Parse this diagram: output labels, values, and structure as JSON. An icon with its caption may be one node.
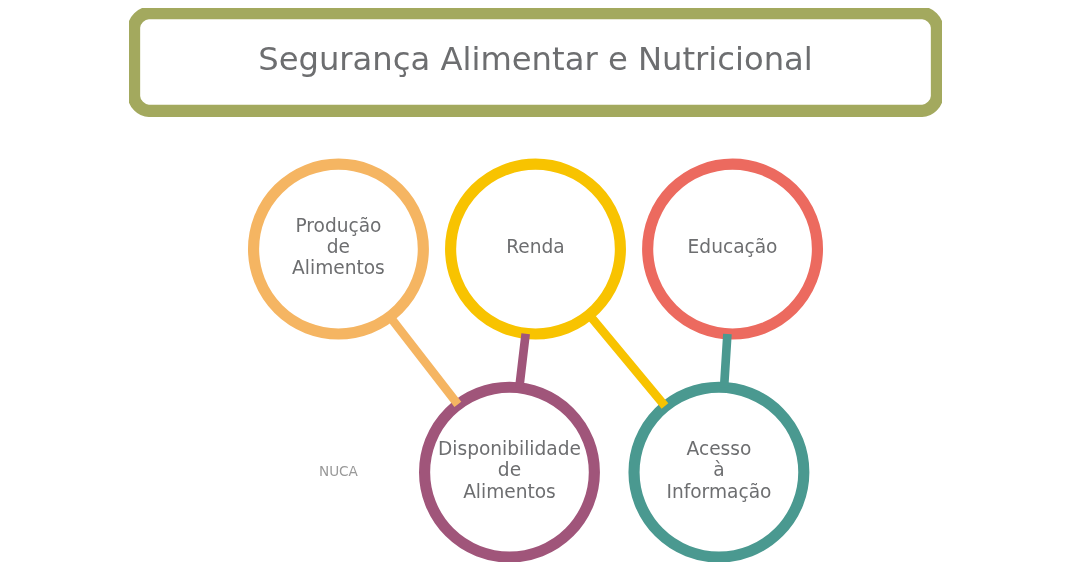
{
  "diagram": {
    "nodes": [
      {
        "text": [
          "Segurança Alimentar e Nutricional"
        ]
      },
      {
        "text": [
          "Produção de Alimentos"
        ]
      },
      {
        "text": [
          "Disponibilidade de Alimentos"
        ]
      },
      {
        "text": [
          "Renda"
        ]
      },
      {
        "text": [
          "Acesso à Informação"
        ]
      },
      {
        "text": [
          "Educação"
        ]
      }
    ],
    "edges": [
      {
        "from": 1,
        "to": 2,
        "arrow": "none",
        "color": "#f5b562"
      },
      {
        "from": 2,
        "to": 3,
        "arrow": "none",
        "color": "#a0557a"
      },
      {
        "from": 3,
        "to": 4,
        "arrow": "none",
        "color": "#f8c300"
      },
      {
        "from": 4,
        "to": 5,
        "arrow": "none",
        "color": "#4a9990"
      }
    ],
    "labels": [
      "NUCA"
    ]
  }
}
